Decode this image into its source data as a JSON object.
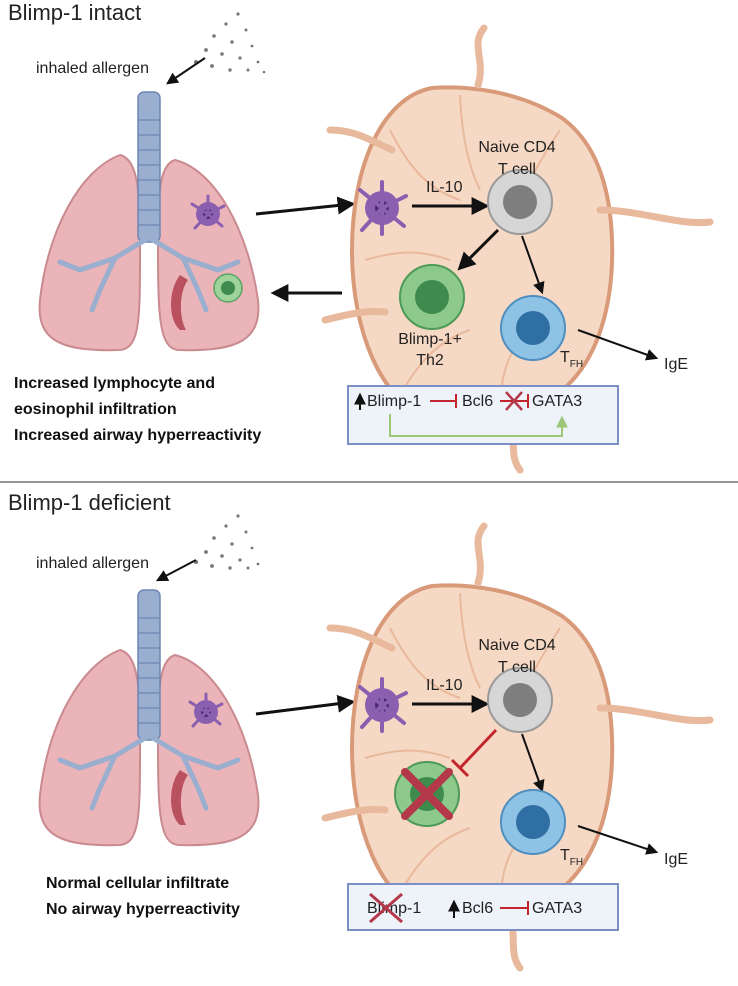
{
  "panels": [
    {
      "id": "intact",
      "title": "Blimp-1 intact",
      "allergen_label": "inhaled allergen",
      "cytokine_label": "IL-10",
      "naive_cell_line1": "Naive CD4",
      "naive_cell_line2": "T cell",
      "th2_line1": "Blimp-1+",
      "th2_line2": "Th2",
      "tfh_main": "T",
      "tfh_sub": "FH",
      "ige_label": "IgE",
      "outcome_lines": [
        "Increased lymphocyte and",
        "eosinophil infiltration",
        "Increased airway hyperreactivity"
      ],
      "pathway": {
        "blimp": "Blimp-1",
        "bcl6": "Bcl6",
        "gata3": "GATA3"
      },
      "th2_deleted": false
    },
    {
      "id": "deficient",
      "title": "Blimp-1 deficient",
      "allergen_label": "inhaled allergen",
      "cytokine_label": "IL-10",
      "naive_cell_line1": "Naive CD4",
      "naive_cell_line2": "T cell",
      "tfh_main": "T",
      "tfh_sub": "FH",
      "ige_label": "IgE",
      "outcome_lines": [
        "Normal cellular infiltrate",
        "No airway hyperreactivity"
      ],
      "pathway": {
        "blimp": "Blimp-1",
        "bcl6": "Bcl6",
        "gata3": "GATA3"
      },
      "th2_deleted": true
    }
  ],
  "colors": {
    "lymph_node": "#f6d9c4",
    "lymph_node_stroke": "#d99a7a",
    "lung": "#eab4b8",
    "trachea": "#9aaed0",
    "dendritic_cell": "#8b5fb0",
    "naive_cell": "#bdbdbd",
    "th2_cell": "#62b070",
    "tfh_cell": "#5aa3d4",
    "inhibit_red": "#c2252e",
    "cross_red": "#b3394a",
    "promote_green": "#9cc779",
    "pathway_box_fill": "#eef2f9",
    "pathway_box_stroke": "#7b8fc4"
  }
}
